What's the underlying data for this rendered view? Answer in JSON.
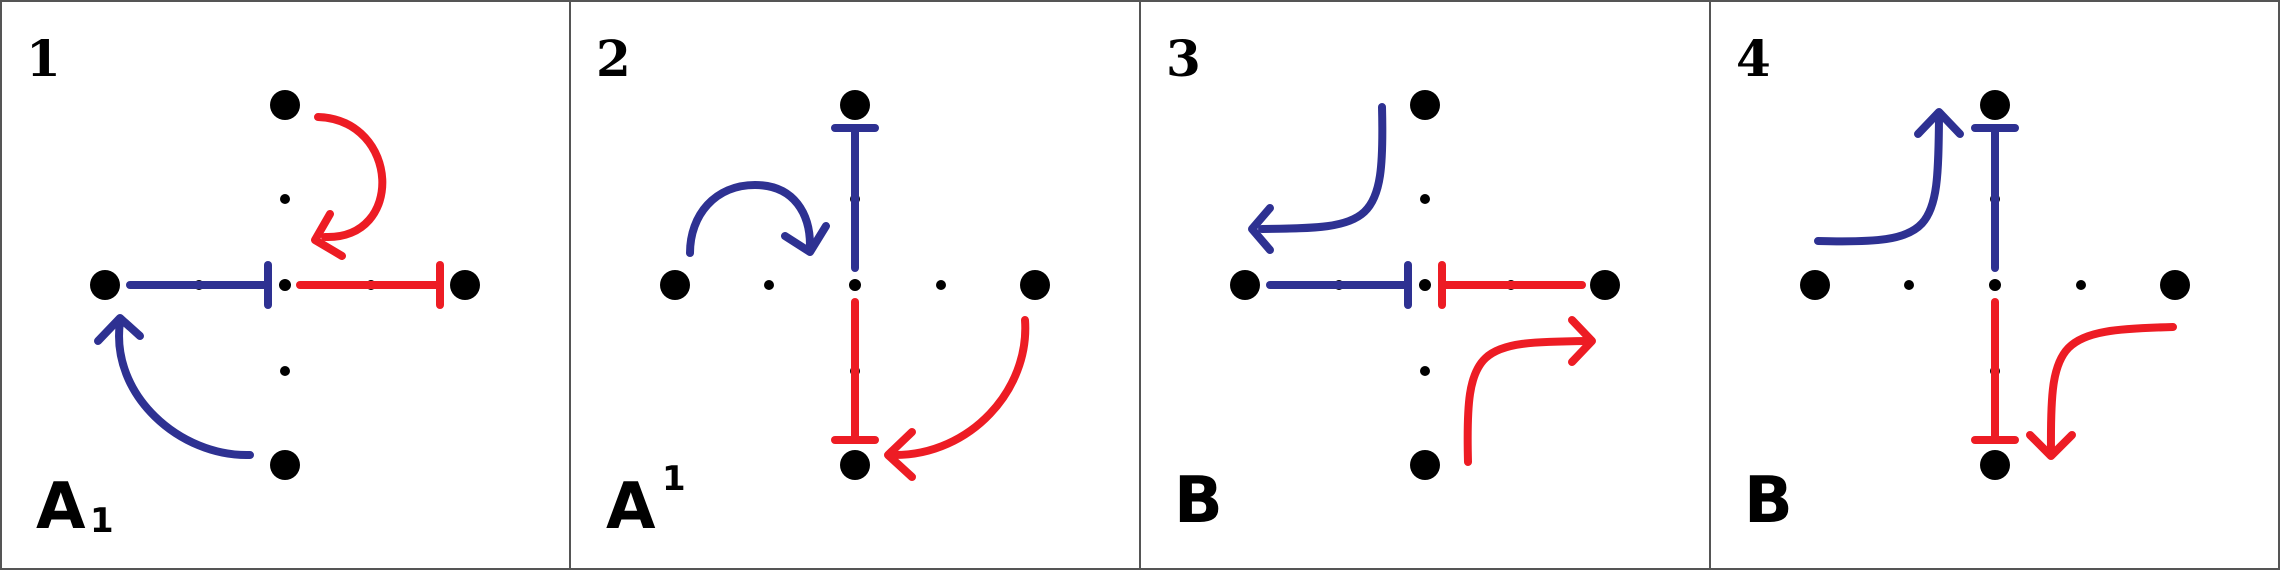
{
  "panels": [
    {
      "number": "1",
      "label": "A",
      "label_sub": "1",
      "sub_position": "subscript"
    },
    {
      "number": "2",
      "label": "A",
      "label_sub": "1",
      "sub_position": "superscript"
    },
    {
      "number": "3",
      "label": "B",
      "label_sub": "",
      "sub_position": "none"
    },
    {
      "number": "4",
      "label": "B",
      "label_sub": "",
      "sub_position": "none"
    }
  ],
  "colors": {
    "blue": "#2e3192",
    "red": "#ed1c24",
    "node": "#000000",
    "border": "#555555"
  }
}
